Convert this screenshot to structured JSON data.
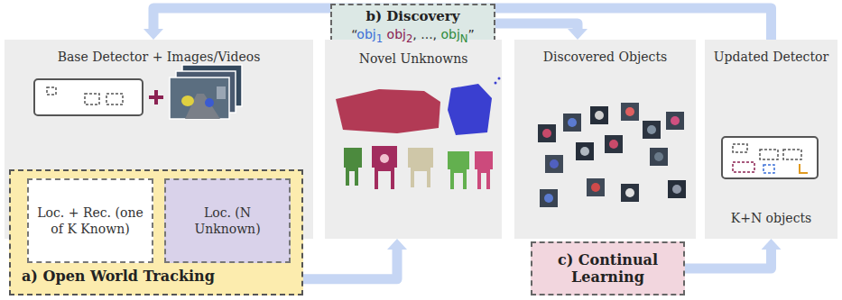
{
  "diagram": {
    "nodes": [
      {
        "text": [
          "Base Detector + Images/Videos"
        ]
      },
      {
        "text": [
          "a) Open World Tracking"
        ]
      },
      {
        "text": [
          "Loc. + Rec. (one of K Known)"
        ],
        "in": 1
      },
      {
        "text": [
          "Loc. (N Unknown)"
        ],
        "in": 1
      },
      {
        "text": [
          "b) Discovery",
          "“obj1 obj2, ..., objN”"
        ]
      },
      {
        "text": [
          "Novel Unknowns"
        ]
      },
      {
        "text": [
          "Discovered Objects"
        ]
      },
      {
        "text": [
          "c) Continual Learning"
        ]
      },
      {
        "text": [
          "Updated Detector",
          "K+N objects"
        ]
      }
    ],
    "edges": [
      {
        "from": 8,
        "to": 0,
        "arrow": "to"
      },
      {
        "from": 4,
        "to": 6,
        "arrow": "to"
      },
      {
        "from": 1,
        "to": 5,
        "arrow": "to"
      },
      {
        "from": 7,
        "to": 8,
        "arrow": "to"
      }
    ]
  }
}
